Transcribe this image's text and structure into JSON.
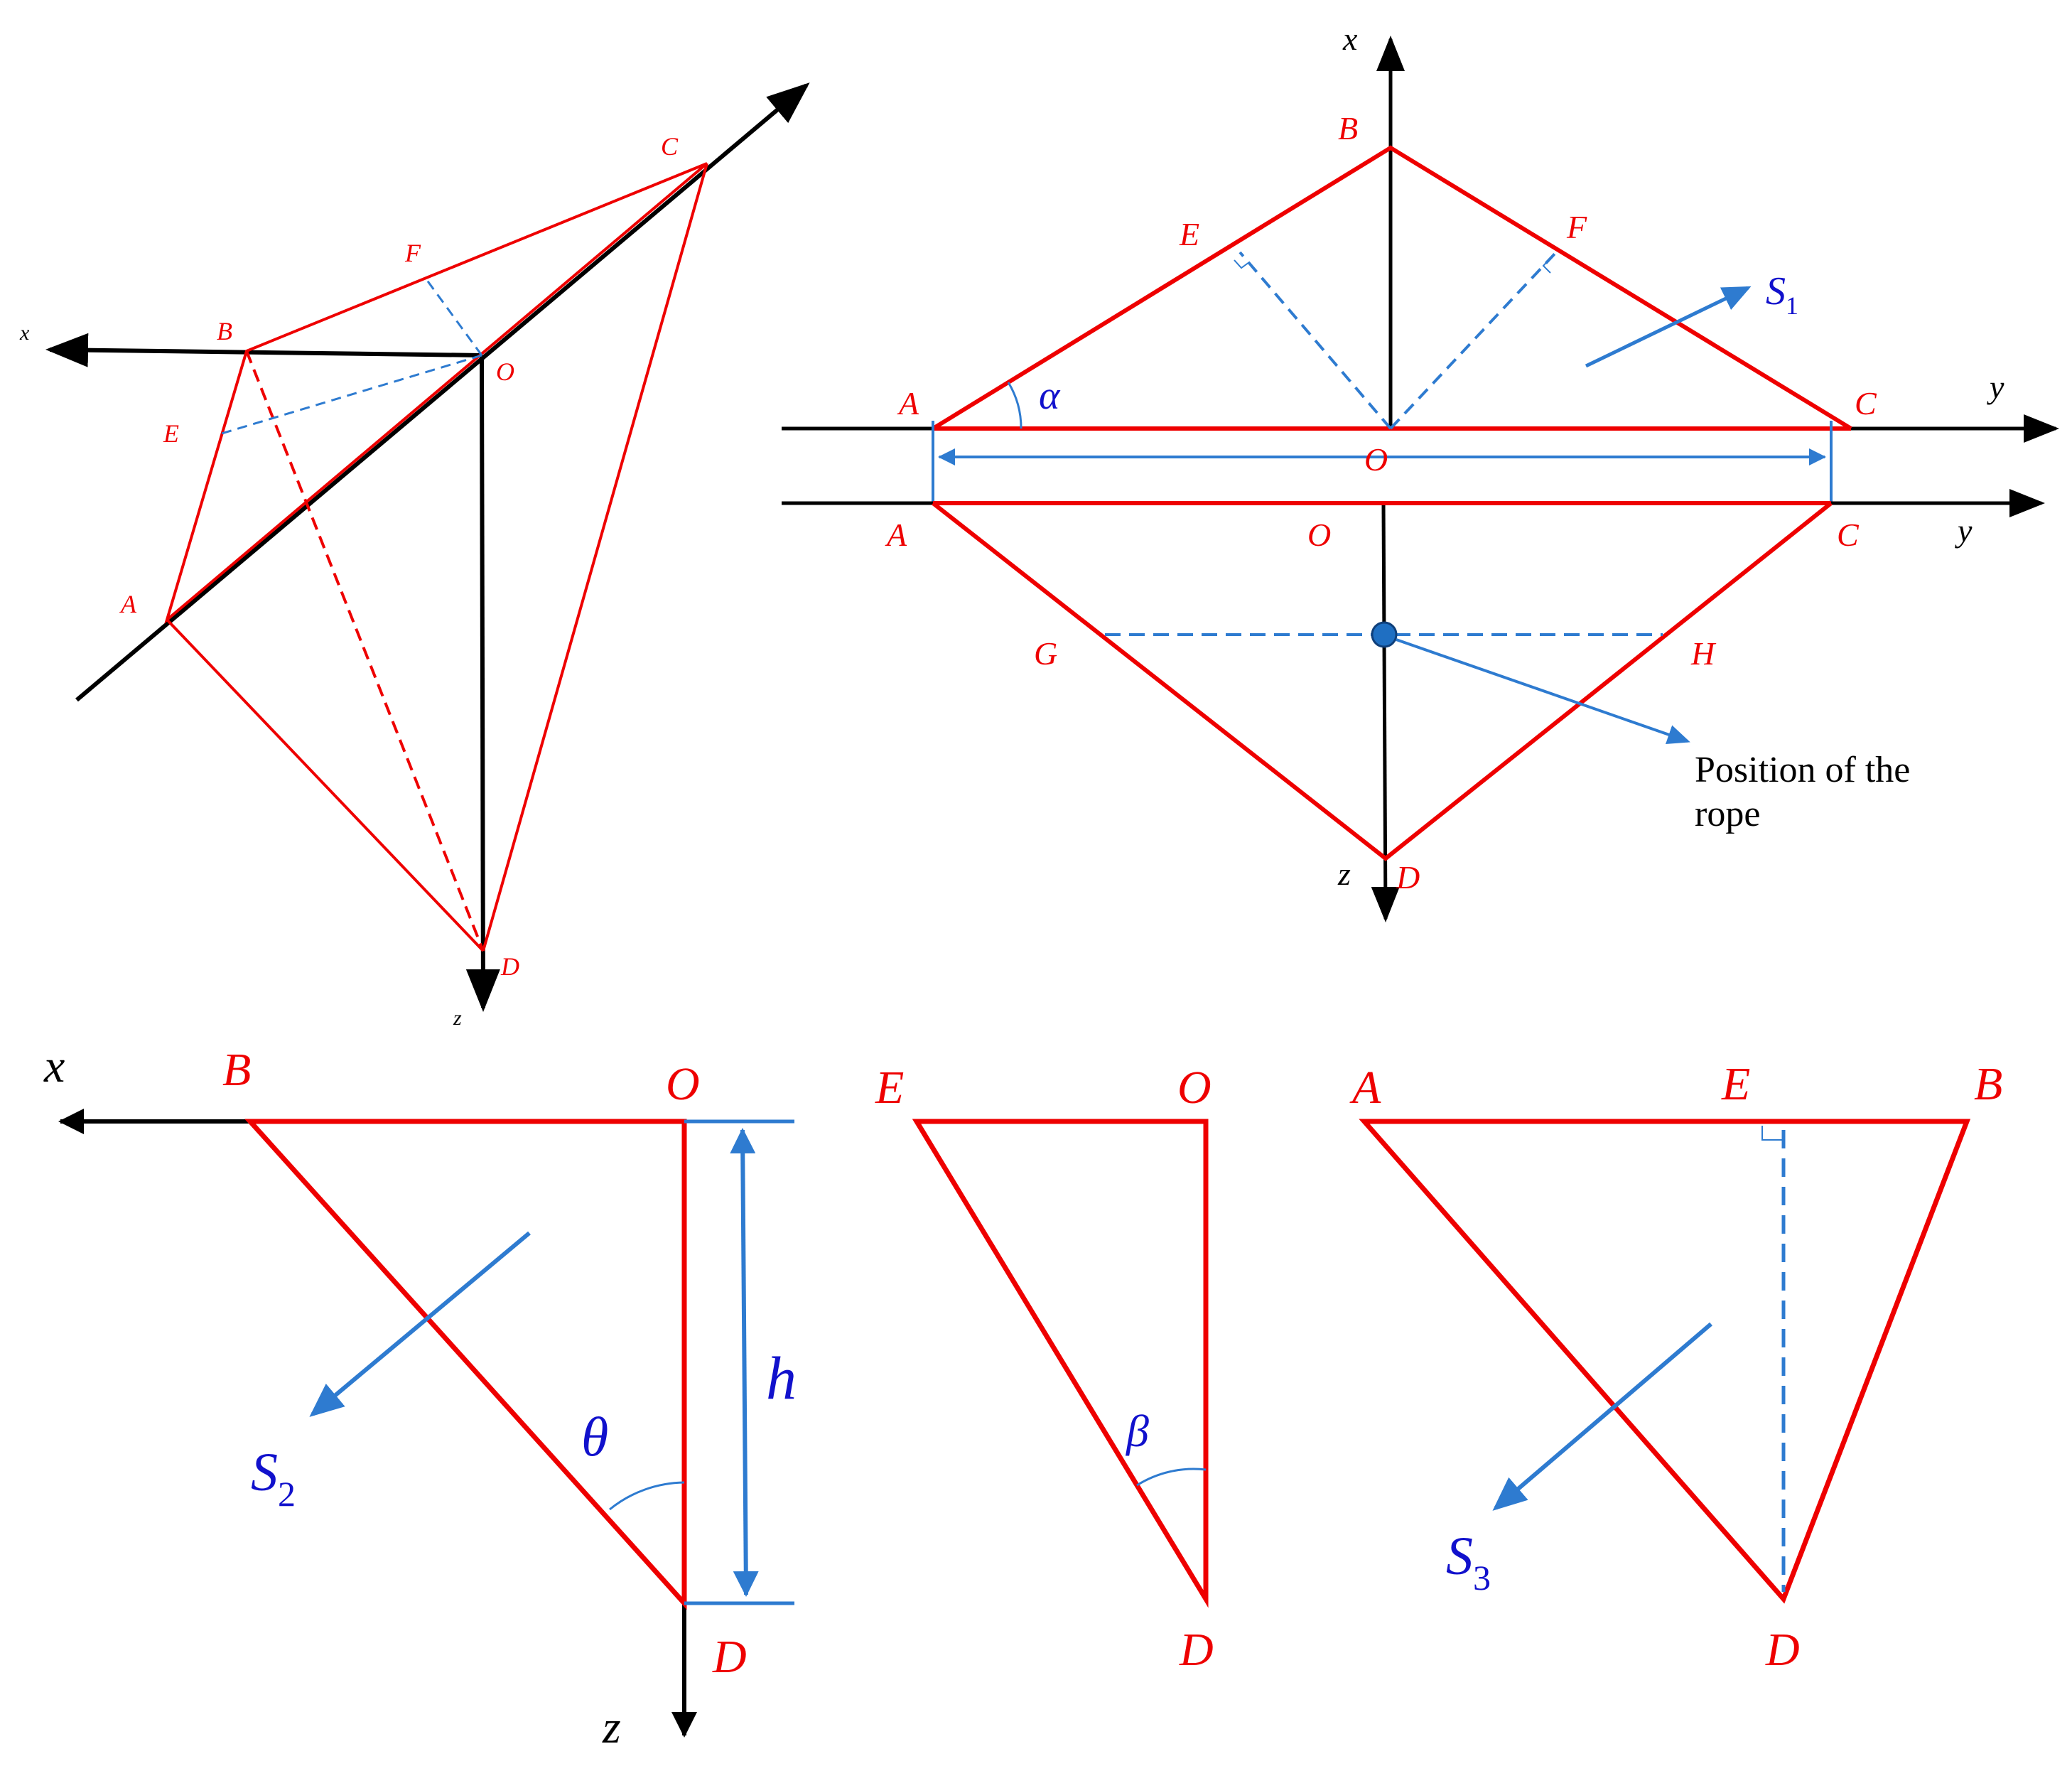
{
  "colors": {
    "edge": "#ee0000",
    "axis": "#000000",
    "annotation": "#2e7bd0",
    "symbol": "#1111cc"
  },
  "panel_3d": {
    "axis_x": "x",
    "axis_z": "z",
    "points": {
      "A": "A",
      "B": "B",
      "C": "C",
      "D": "D",
      "E": "E",
      "F": "F",
      "O": "O"
    }
  },
  "panel_top": {
    "axis_x": "x",
    "axis_y": "y",
    "points": {
      "A": "A",
      "B": "B",
      "C": "C",
      "E": "E",
      "F": "F",
      "O": "O"
    },
    "angle": "α",
    "area_symbol": "S",
    "area_subscript": "1"
  },
  "panel_side": {
    "axis_y": "y",
    "axis_z": "z",
    "points": {
      "A": "A",
      "C": "C",
      "D": "D",
      "G": "G",
      "H": "H",
      "O": "O"
    },
    "rope_label_line1": "Position  of the",
    "rope_label_line2": "rope"
  },
  "panel_bod": {
    "axis_x": "x",
    "axis_z": "z",
    "points": {
      "B": "B",
      "O": "O",
      "D": "D"
    },
    "angle": "θ",
    "height": "h",
    "area_symbol": "S",
    "area_subscript": "2"
  },
  "panel_eod": {
    "points": {
      "E": "E",
      "O": "O",
      "D": "D"
    },
    "angle": "β"
  },
  "panel_abd": {
    "points": {
      "A": "A",
      "E": "E",
      "B": "B",
      "D": "D"
    },
    "area_symbol": "S",
    "area_subscript": "3"
  }
}
